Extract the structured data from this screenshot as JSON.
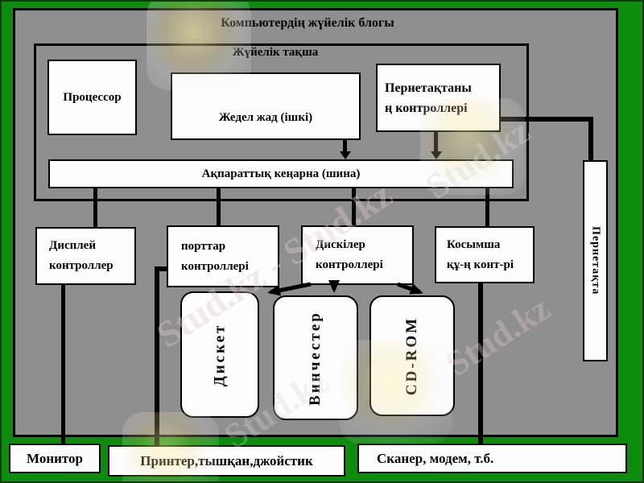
{
  "title": "Компьютердің жүйелік блогы",
  "system_board": {
    "label": "Жүйелік тақша",
    "processor": "Процессор",
    "ram": "Жедел жад (ішкі)",
    "keyboard_controller_line1": "Пернетақтаны",
    "keyboard_controller_line2": "ң контроллері"
  },
  "bus": "Ақпараттық кеңарна (шина)",
  "controllers": {
    "display_line1": "Дисплей",
    "display_line2": "контроллер",
    "ports_line1": "порттар",
    "ports_line2": "контроллері",
    "disk_line1": "Дискілер",
    "disk_line2": "контроллері",
    "extra_line1": "Косымша",
    "extra_line2": "құ-ң конт-рі"
  },
  "drives": {
    "floppy": "Дискет",
    "hdd": "Винчестер",
    "cdrom": "CD-ROM"
  },
  "keyboard": "Пернетақта",
  "peripherals": {
    "monitor": "Монитор",
    "printer": "Принтер,тышқан,джойстик",
    "scanner": "Сканер, модем, т.б."
  },
  "watermark": {
    "single": "Stud.kz",
    "pair": "Stud.kz - Stud.kz"
  },
  "colors": {
    "background_green": "#0d8b0d",
    "panel_gray": "#8f8f8f",
    "box_white": "#fdfdfd",
    "line_black": "#000000",
    "watermark_pink": "#decaca"
  }
}
